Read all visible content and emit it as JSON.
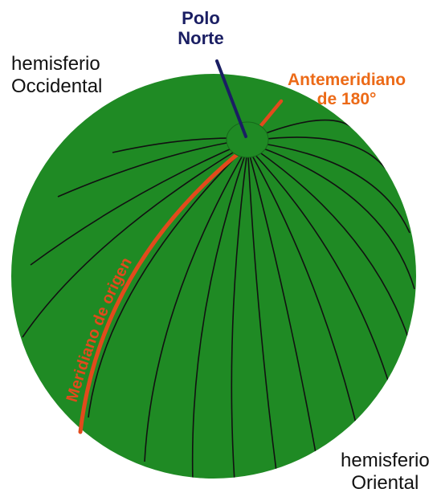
{
  "labels": {
    "west_hemisphere": [
      "hemisferio",
      "Occidental"
    ],
    "north_pole": [
      "Polo",
      "Norte"
    ],
    "antimeridian": [
      "Antemeridiano",
      "de 180°"
    ],
    "east_hemisphere": [
      "hemisferio",
      "Oriental"
    ],
    "prime_meridian": "Meridiano de origen"
  },
  "colors": {
    "globe_fill": "#1f8a24",
    "meridian_line": "#111111",
    "highlight_meridian": "#e24a1c",
    "pole_pointer": "#1a1e63",
    "antimeridian_text": "#ec6a17"
  }
}
